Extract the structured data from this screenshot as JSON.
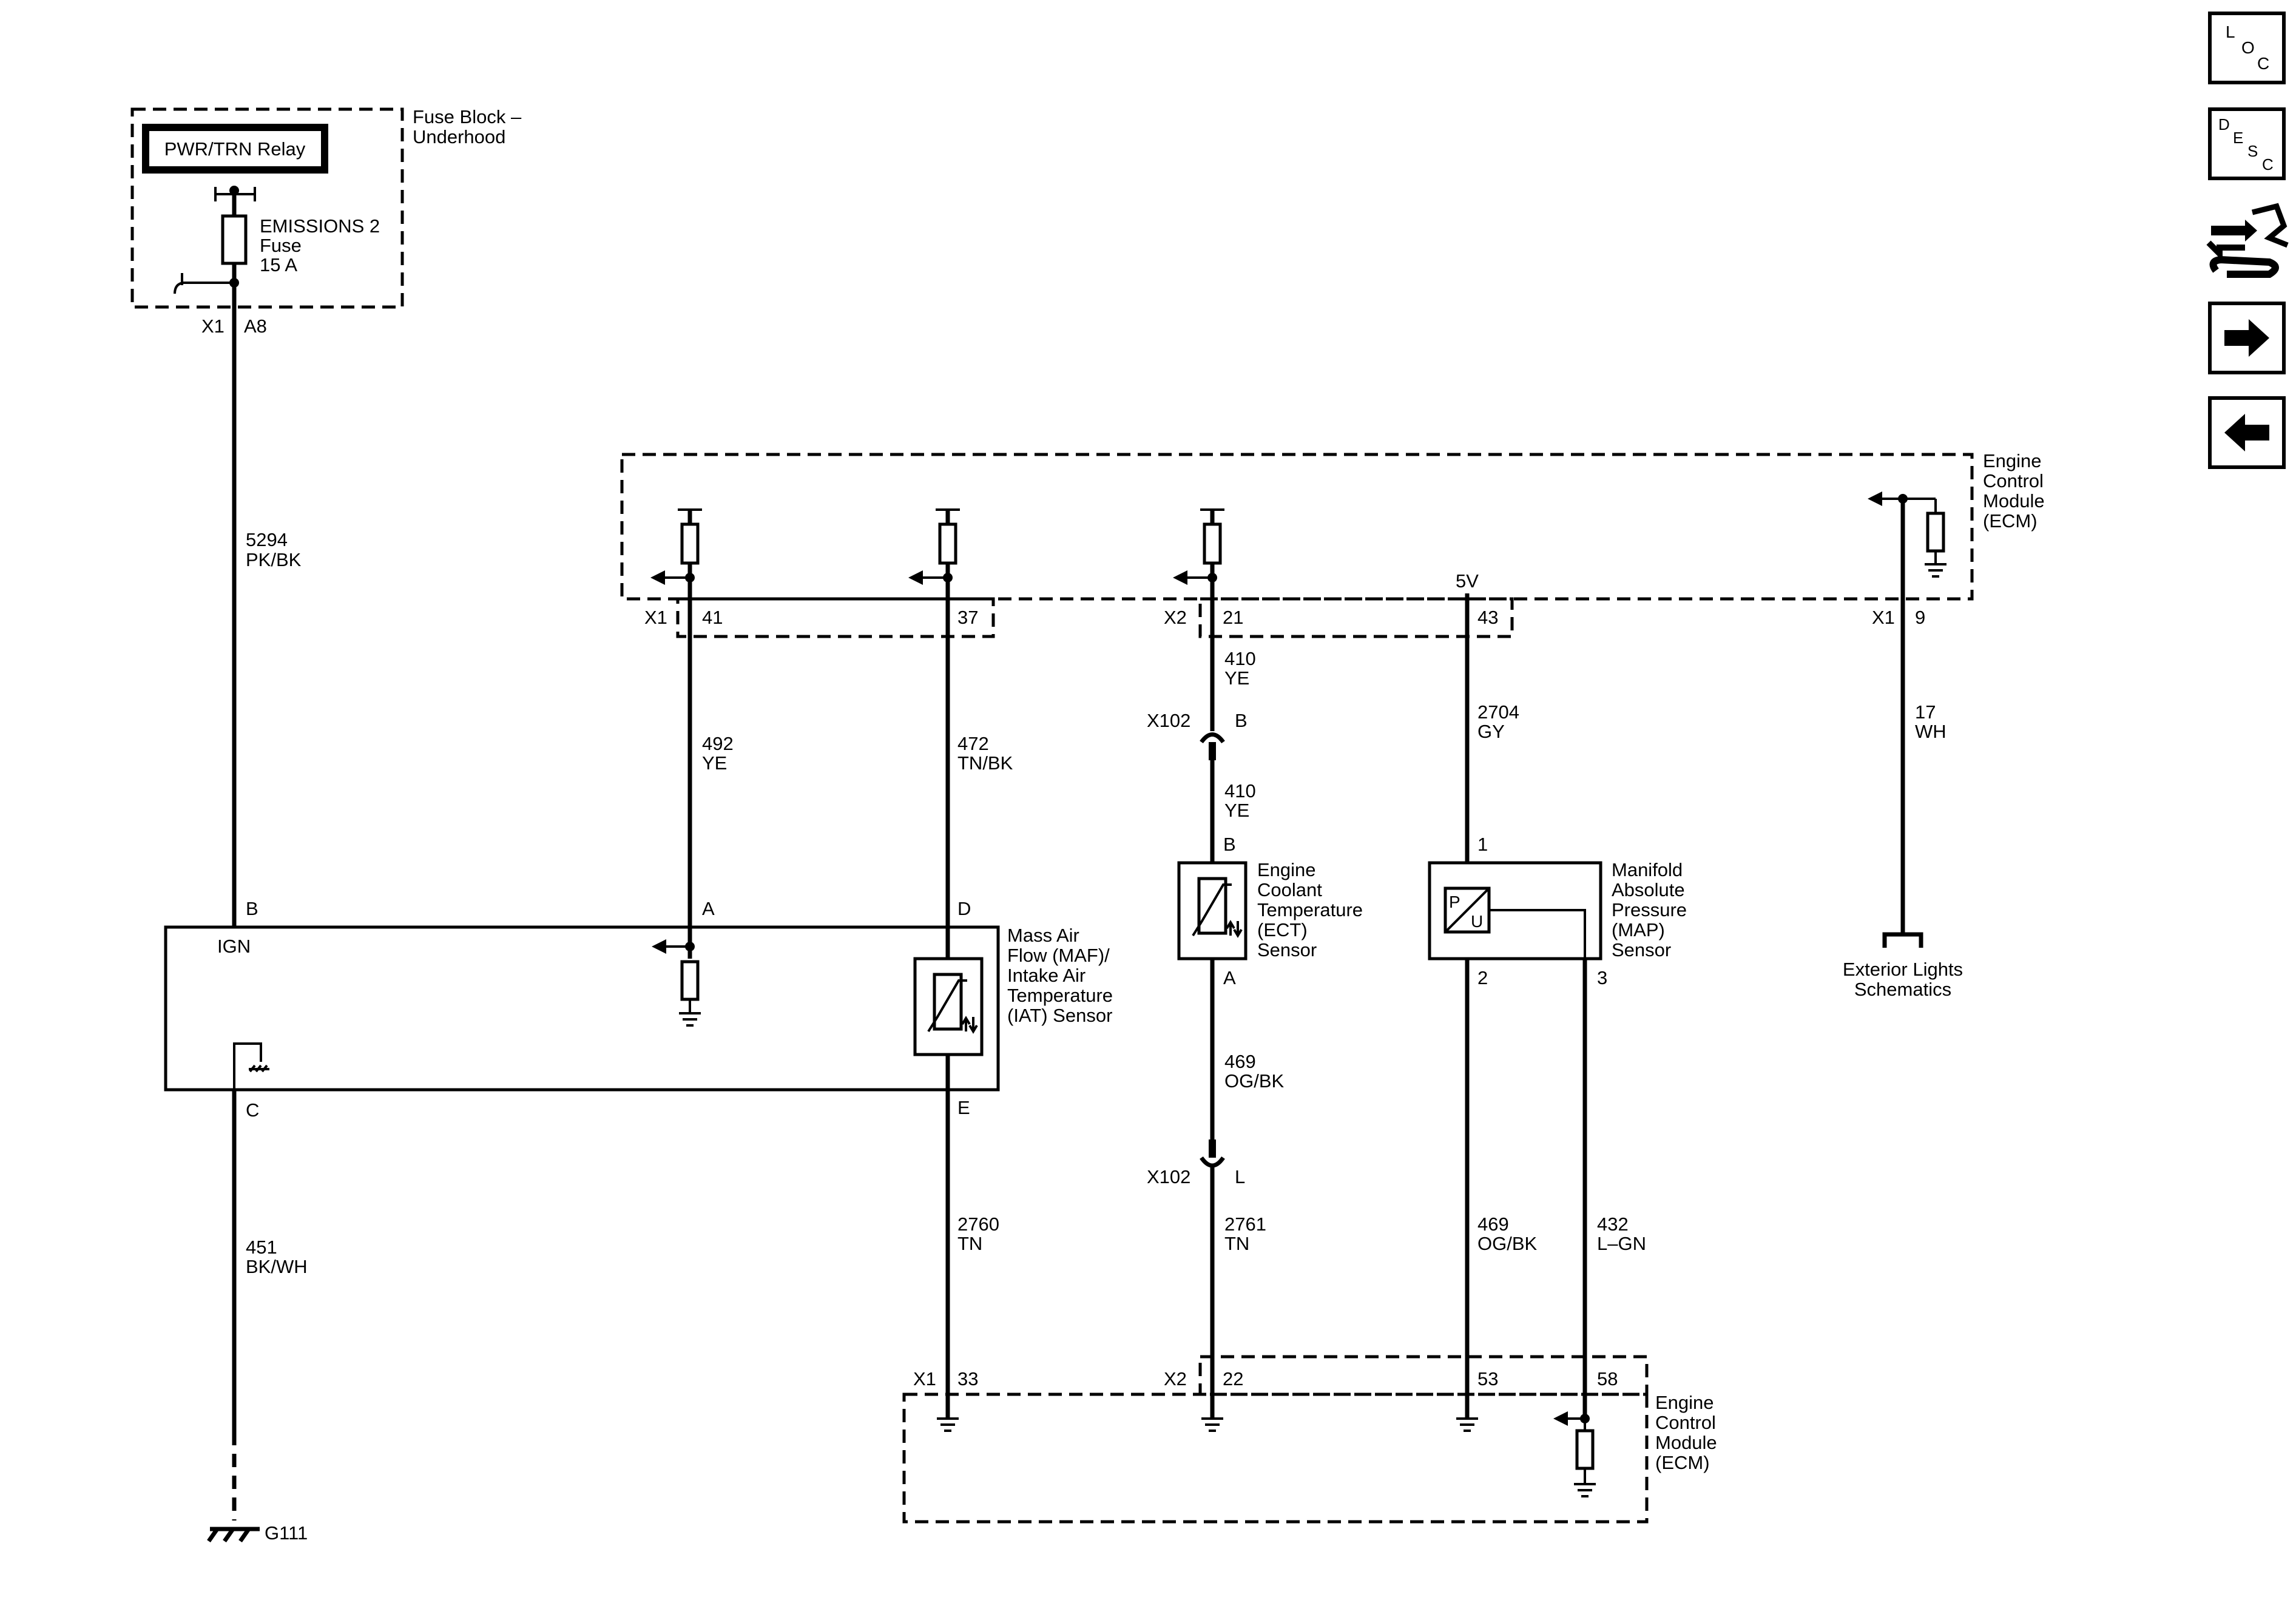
{
  "fuse_block": {
    "title_line1": "Fuse Block –",
    "title_line2": "Underhood",
    "relay_label": "PWR/TRN Relay",
    "fuse_line1": "EMISSIONS 2",
    "fuse_line2": "Fuse",
    "fuse_line3": "15 A",
    "connector": "X1",
    "pin": "A8"
  },
  "ecm_top": {
    "line1": "Engine",
    "line2": "Control",
    "line3": "Module",
    "line4": "(ECM)",
    "supply": "5V"
  },
  "ecm_bottom": {
    "line1": "Engine",
    "line2": "Control",
    "line3": "Module",
    "line4": "(ECM)"
  },
  "connectors": {
    "x1_41": "X1",
    "pin_41": "41",
    "pin_37": "37",
    "x2_21": "X2",
    "pin_21": "21",
    "pin_43": "43",
    "x1_9": "X1",
    "pin_9": "9",
    "x1_33": "X1",
    "pin_33": "33",
    "x2_22": "X2",
    "pin_22": "22",
    "pin_53": "53",
    "pin_58": "58",
    "x102_b": "X102",
    "x102_b_pin": "B",
    "x102_l": "X102",
    "x102_l_pin": "L"
  },
  "wires": {
    "w5294": {
      "num": "5294",
      "color": "PK/BK"
    },
    "w492": {
      "num": "492",
      "color": "YE"
    },
    "w472": {
      "num": "472",
      "color": "TN/BK"
    },
    "w410a": {
      "num": "410",
      "color": "YE"
    },
    "w410b": {
      "num": "410",
      "color": "YE"
    },
    "w2704": {
      "num": "2704",
      "color": "GY"
    },
    "w17": {
      "num": "17",
      "color": "WH"
    },
    "w451": {
      "num": "451",
      "color": "BK/WH"
    },
    "w2760": {
      "num": "2760",
      "color": "TN"
    },
    "w469a": {
      "num": "469",
      "color": "OG/BK"
    },
    "w2761": {
      "num": "2761",
      "color": "TN"
    },
    "w469b": {
      "num": "469",
      "color": "OG/BK"
    },
    "w432": {
      "num": "432",
      "color": "L–GN"
    }
  },
  "maf_sensor": {
    "line1": "Mass Air",
    "line2": "Flow (MAF)/",
    "line3": "Intake Air",
    "line4": "Temperature",
    "line5": "(IAT) Sensor",
    "ign": "IGN",
    "pin_b": "B",
    "pin_a": "A",
    "pin_d": "D",
    "pin_c": "C",
    "pin_e": "E"
  },
  "ect_sensor": {
    "line1": "Engine",
    "line2": "Coolant",
    "line3": "Temperature",
    "line4": "(ECT)",
    "line5": "Sensor",
    "pin_b": "B",
    "pin_a": "A"
  },
  "map_sensor": {
    "line1": "Manifold",
    "line2": "Absolute",
    "line3": "Pressure",
    "line4": "(MAP)",
    "line5": "Sensor",
    "pin_1": "1",
    "pin_2": "2",
    "pin_3": "3",
    "glyph_p": "P",
    "glyph_u": "U"
  },
  "exterior_lights": {
    "line1": "Exterior Lights",
    "line2": "Schematics"
  },
  "ground": {
    "label": "G111"
  },
  "nav": {
    "loc": {
      "l": "L",
      "o": "O",
      "c": "C"
    },
    "desc": {
      "d": "D",
      "e": "E",
      "s": "S",
      "c": "C"
    },
    "icons": [
      "loc-icon",
      "desc-icon",
      "connector-wrench-icon",
      "arrow-right-icon",
      "arrow-left-icon"
    ]
  }
}
